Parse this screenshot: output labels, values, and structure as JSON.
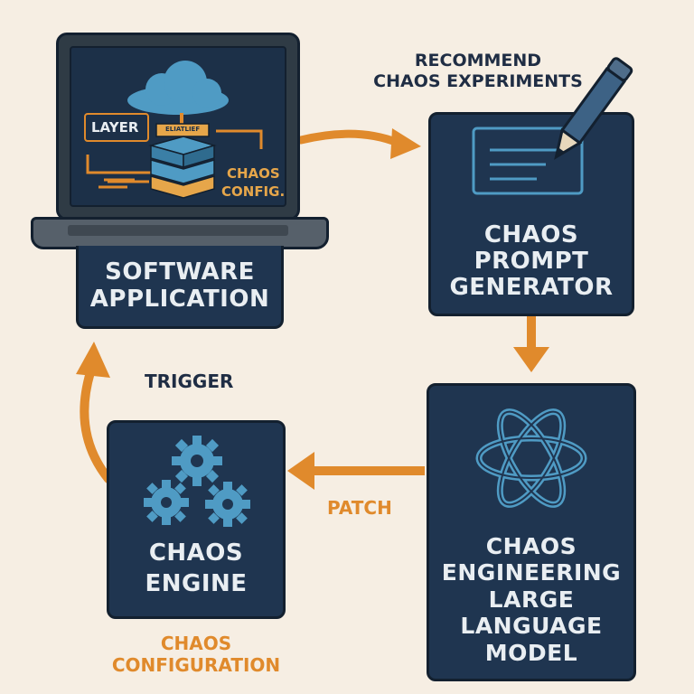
{
  "laptop": {
    "layer_label": "LAYER",
    "stack_tag": "ELIATLIEF",
    "chaos_config_line1": "CHAOS",
    "chaos_config_line2": "CONFIG."
  },
  "nodes": {
    "software_application": {
      "line1": "SOFTWARE",
      "line2": "APPLICATION"
    },
    "chaos_prompt_generator": {
      "line1": "CHAOS",
      "line2": "PROMPT",
      "line3": "GENERATOR"
    },
    "chaos_engineering_llm": {
      "line1": "CHAOS",
      "line2": "ENGINEERING",
      "line3": "LARGE",
      "line4": "LANGUAGE",
      "line5": "MODEL"
    },
    "chaos_engine": {
      "line1": "CHAOS",
      "line2": "ENGINE"
    }
  },
  "edges": {
    "recommend_line1": "RECOMMEND",
    "recommend_line2": "CHAOS EXPERIMENTS",
    "trigger": "TRIGGER",
    "patch": "PATCH",
    "chaos_configuration_line1": "CHAOS",
    "chaos_configuration_line2": "CONFIGURATION"
  },
  "icons": {
    "cloud": "cloud-icon",
    "stack": "layer-stack-icon",
    "document": "document-icon",
    "pencil": "pencil-icon",
    "neural_knot": "neural-knot-icon",
    "gears": "gears-icon"
  },
  "colors": {
    "background": "#f6eee3",
    "box": "#1f3550",
    "box_text": "#e9eef2",
    "navy_label": "#1f2d44",
    "orange": "#e08a2c",
    "accent_blue": "#4f9bc4"
  }
}
